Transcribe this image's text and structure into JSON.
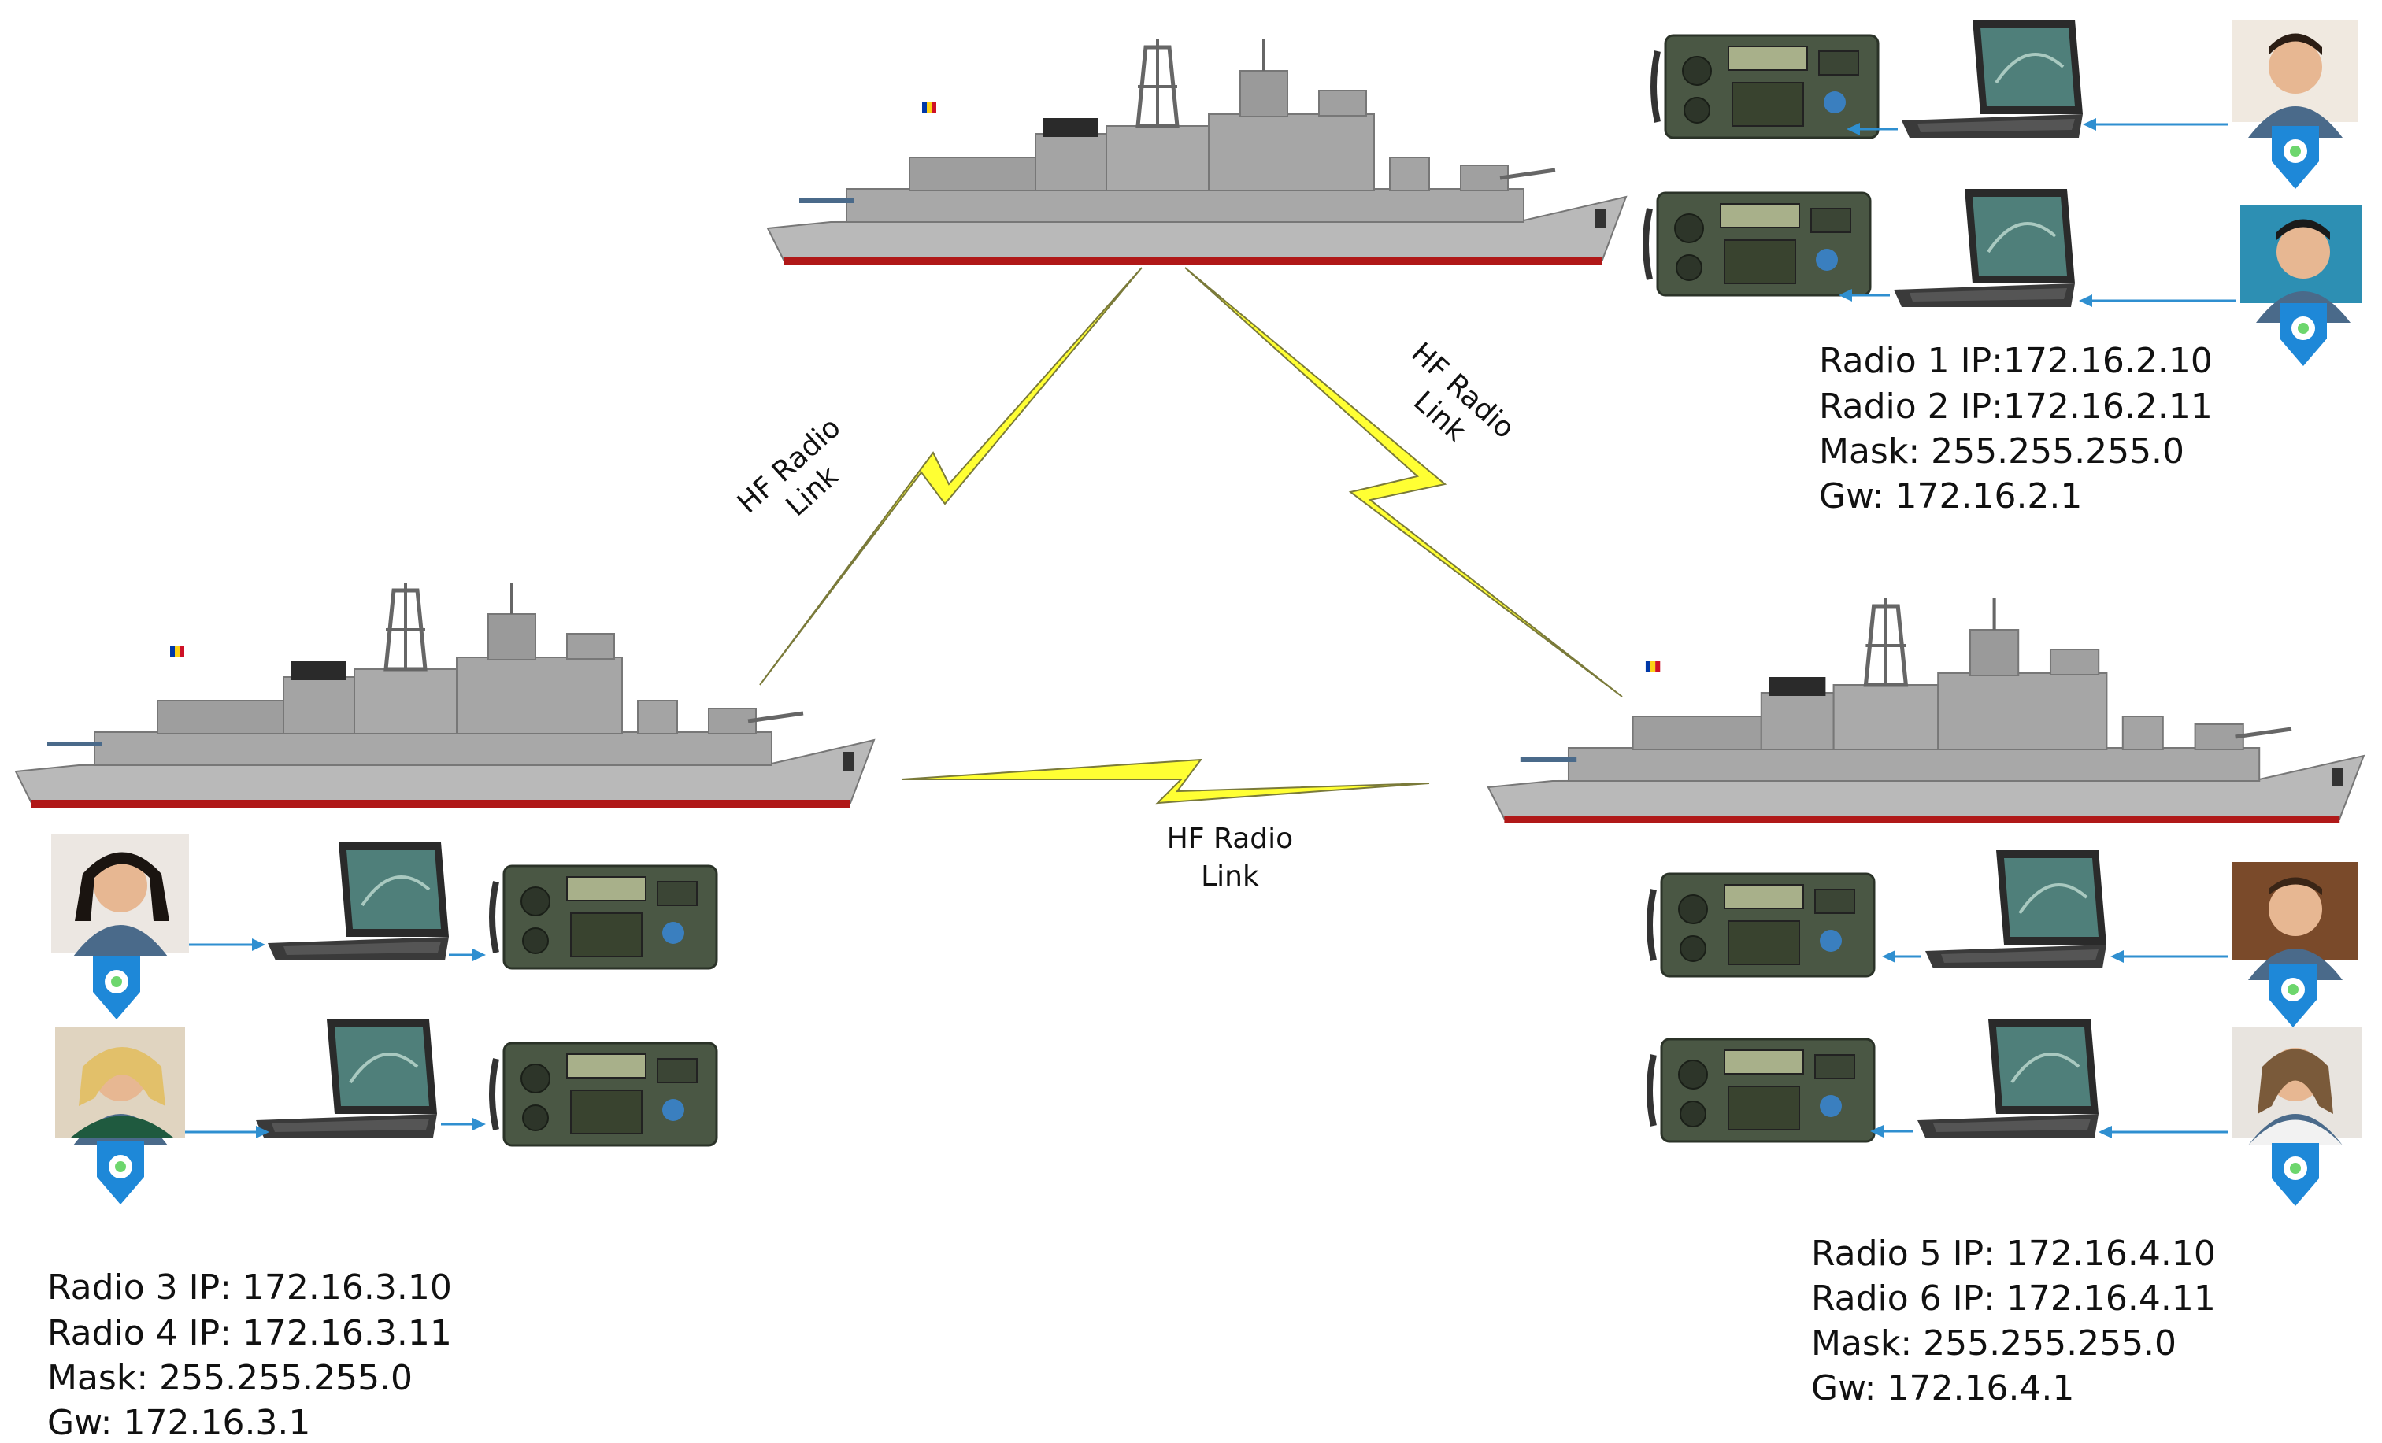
{
  "colors": {
    "lightning_fill": "#ffff33",
    "lightning_stroke": "#7a7a3a",
    "hull": "#b9b9b9",
    "hull_dark": "#8a8a8a",
    "waterline": "#b01818",
    "arrow": "#2f8fd0",
    "marker": "#1e88d8",
    "radio": "#4a5744",
    "laptop": "#2a2a2a"
  },
  "links": [
    {
      "id": "top-left",
      "line1": "HF Radio",
      "line2": "Link"
    },
    {
      "id": "top-right",
      "line1": "HF Radio",
      "line2": "Link"
    },
    {
      "id": "bottom",
      "line1": "HF Radio",
      "line2": "Link"
    }
  ],
  "info_top_right": {
    "line1": "Radio 1 IP:172.16.2.10",
    "line2": "Radio 2 IP:172.16.2.11",
    "line3": "Mask: 255.255.255.0",
    "line4": "Gw: 172.16.2.1"
  },
  "info_bottom_left": {
    "line1": "Radio 3 IP: 172.16.3.10",
    "line2": "Radio 4 IP: 172.16.3.11",
    "line3": "Mask: 255.255.255.0",
    "line4": "Gw: 172.16.3.1"
  },
  "info_bottom_right": {
    "line1": "Radio 5 IP: 172.16.4.10",
    "line2": "Radio 6 IP: 172.16.4.11",
    "line3": "Mask: 255.255.255.0",
    "line4": "Gw: 172.16.4.1"
  }
}
